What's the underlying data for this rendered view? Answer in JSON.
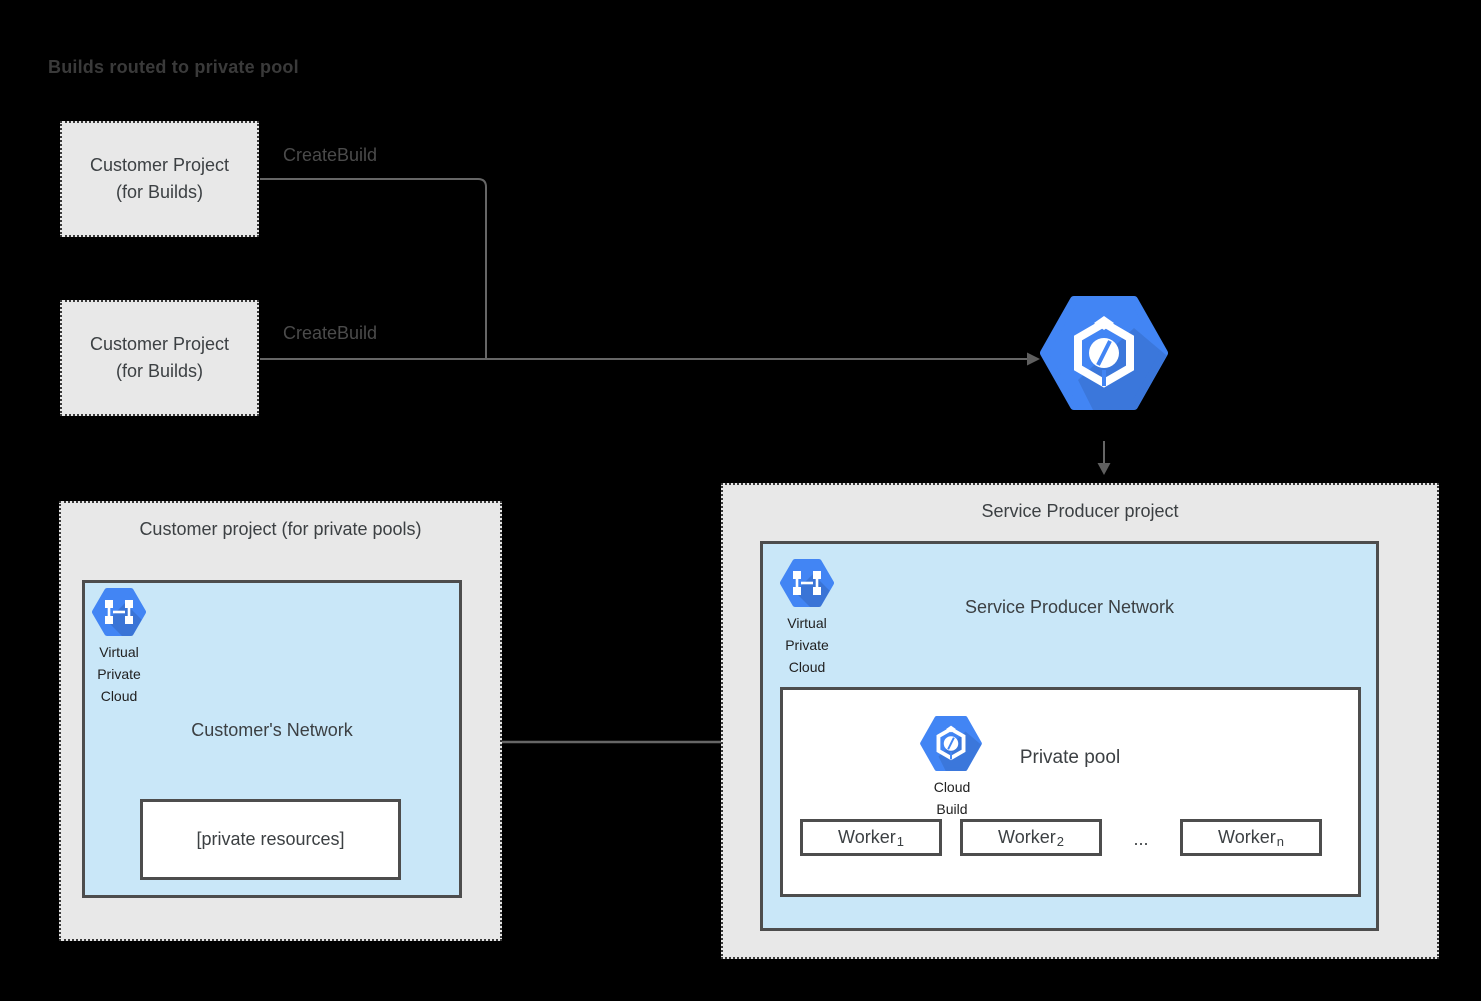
{
  "page_title": "Builds routed to private pool",
  "colors": {
    "google_blue": "#4285f4",
    "network_fill": "#c9e7f8",
    "project_fill": "#e8e8e8",
    "border_dark": "#4d4d4d",
    "line_gray": "#666666",
    "text_dark": "#3c4043"
  },
  "icons": {
    "cloud_build": "cloud-build-hexagon-icon",
    "vpc": "virtual-private-cloud-hexagon-icon"
  },
  "build_projects": {
    "box1": {
      "line1": "Customer Project",
      "line2": "(for Builds)"
    },
    "box2": {
      "line1": "Customer Project",
      "line2": "(for Builds)"
    },
    "arrow1_label": "CreateBuild",
    "arrow2_label": "CreateBuild"
  },
  "customer_pool_project": {
    "title": "Customer project (for private pools)",
    "vpc": {
      "l1": "Virtual",
      "l2": "Private",
      "l3": "Cloud"
    },
    "network_label": "Customer's Network",
    "private_resources": "[private resources]"
  },
  "producer_project": {
    "title": "Service Producer project",
    "vpc": {
      "l1": "Virtual",
      "l2": "Private",
      "l3": "Cloud"
    },
    "network_label": "Service Producer Network",
    "pool": {
      "icon_label": {
        "l1": "Cloud",
        "l2": "Build"
      },
      "title": "Private pool",
      "workers": [
        {
          "base": "Worker",
          "sub": "1"
        },
        {
          "base": "Worker",
          "sub": "2"
        },
        {
          "base": "Worker",
          "sub": "n"
        }
      ],
      "ellipsis": "..."
    }
  }
}
